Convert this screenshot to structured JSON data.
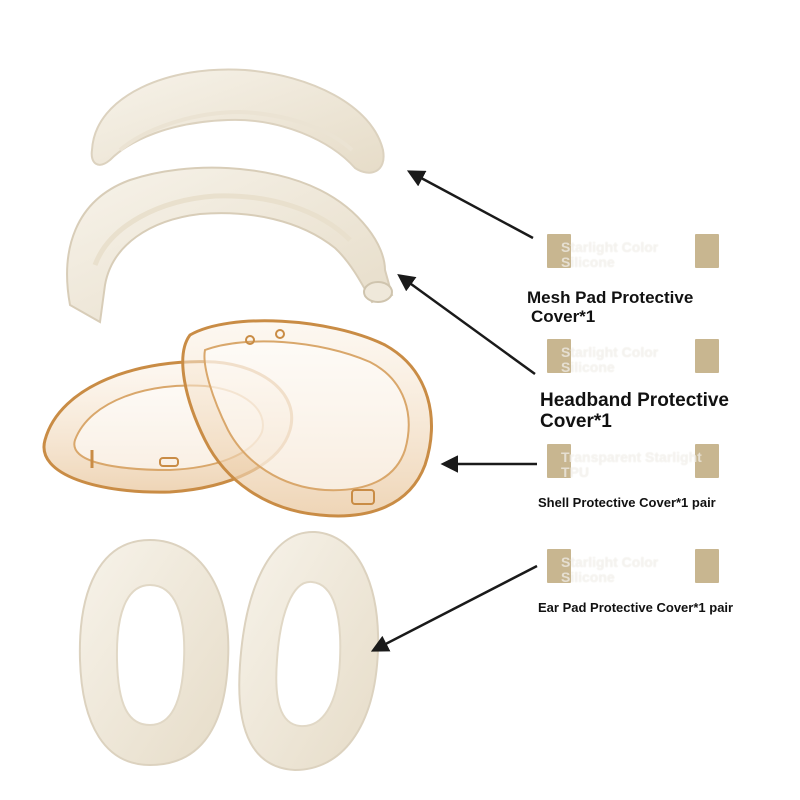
{
  "colors": {
    "silicone": "#f1ebdd",
    "silicone_shadow": "#ddd4c1",
    "tpu": "#c98c45",
    "tpu_fill": "#f3dcc0",
    "chip": "#c8b690",
    "arrow": "#1a1a1a"
  },
  "parts": [
    {
      "name": "Mesh Pad Protective",
      "count": "Cover*1"
    },
    {
      "name": "Headband Protective",
      "count": "Cover*1"
    },
    {
      "name": "Shell Protective Cover*1 pair"
    },
    {
      "name": "Ear Pad Protective Cover*1 pair"
    }
  ],
  "swatches": [
    {
      "line1": "Starlight Color",
      "line2": "Silicone"
    },
    {
      "line1": "Starlight Color",
      "line2": "Silicone"
    },
    {
      "line1": "Transparent Starlight",
      "line2": "TPU"
    },
    {
      "line1": "Starlight Color",
      "line2": "Silicone"
    }
  ]
}
